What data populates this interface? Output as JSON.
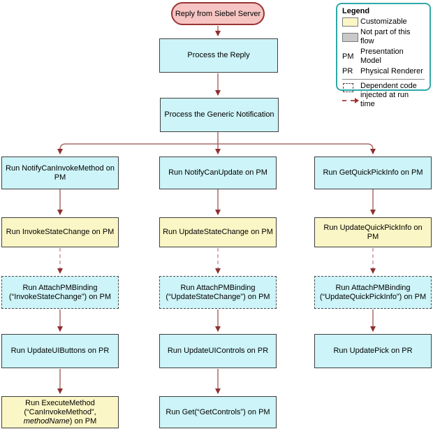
{
  "diagram": {
    "terminator": "Reply from Siebel Server",
    "process_reply": "Process the Reply",
    "process_notification": "Process the Generic Notification",
    "col1": {
      "step1": "Run NotifyCanInvokeMethod on PM",
      "step2": "Run InvokeStateChange on PM",
      "step3_line1": "Run AttachPMBinding",
      "step3_line2": "(“InvokeStateChange”) on PM",
      "step4": "Run UpdateUIButtons on PR",
      "step5_line1": "Run ExecuteMethod",
      "step5_line2": "(“CanInvokeMethod”,",
      "step5_italic": "methodName",
      "step5_end": ") on PM"
    },
    "col2": {
      "step1": "Run NotifyCanUpdate on PM",
      "step2": "Run UpdateStateChange on PM",
      "step3_line1": "Run AttachPMBinding",
      "step3_line2": "(“UpdateStateChange”) on PM",
      "step4": "Run UpdateUIControls on PR",
      "step5": "Run Get(“GetControls”) on PM"
    },
    "col3": {
      "step1": "Run GetQuickPickInfo on PM",
      "step2": "Run UpdateQuickPickInfo on PM",
      "step3_line1": "Run AttachPMBinding",
      "step3_line2": "(“UpdateQuickPickInfo”) on PM",
      "step4": "Run UpdatePick on PR"
    }
  },
  "legend": {
    "title": "Legend",
    "customizable": "Customizable",
    "not_part": "Not part of this flow",
    "pm_abbr": "PM",
    "pm_label": "Presentation Model",
    "pr_abbr": "PR",
    "pr_label": "Physical Renderer",
    "dependent_line1": "Dependent code",
    "dependent_line2": "injected at run time"
  },
  "colors": {
    "plain_fill": "#cdf4f8",
    "customizable_fill": "#fbf6c5",
    "not_part_fill": "#c9c9c9",
    "terminator_fill": "#f6c5c3",
    "terminator_border": "#993333",
    "box_border": "#3f3f3f",
    "arrow_line": "#a96a6a",
    "arrow_head": "#8e2f2f",
    "dashed_arrow_line": "#c79595",
    "legend_border": "#2fa8a8"
  }
}
